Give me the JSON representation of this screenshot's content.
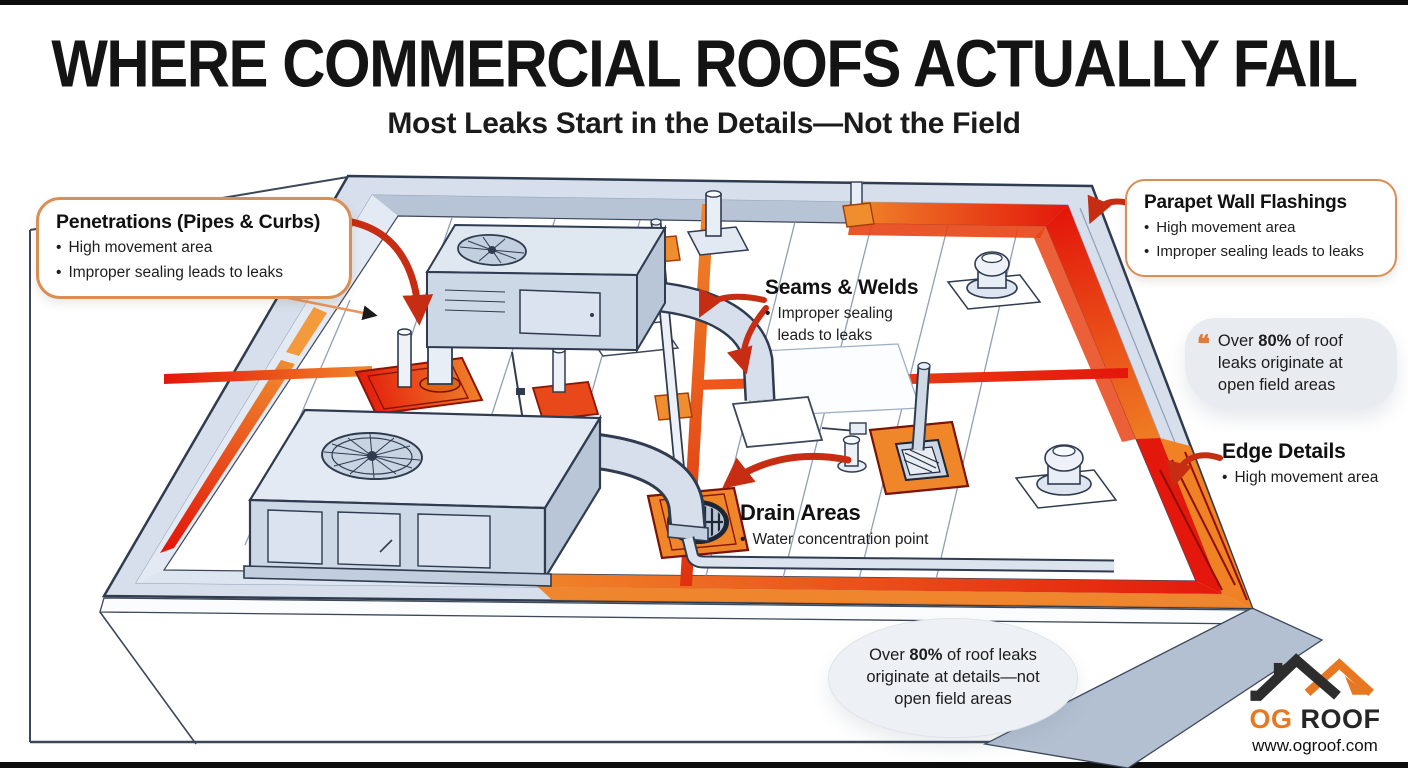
{
  "page": {
    "title": "WHERE COMMERCIAL ROOFS ACTUALLY FAIL",
    "subtitle": "Most Leaks Start in the Details—Not the Field"
  },
  "glyphs": {
    "bullet": "•",
    "quote_mark": "❝"
  },
  "callouts": {
    "penetrations": {
      "title": "Penetrations (Pipes & Curbs)",
      "bullets": [
        "High movement area",
        "Improper sealing leads to leaks"
      ]
    },
    "parapet": {
      "title": "Parapet Wall Flashings",
      "bullets": [
        "High movement area",
        "Improper sealing leads to leaks"
      ]
    },
    "seams": {
      "title": "Seams & Welds",
      "bullets": [
        "Improper sealing leads to leaks"
      ]
    },
    "drains": {
      "title": "Drain Areas",
      "bullets": [
        "Water concentration point"
      ]
    },
    "edge": {
      "title": "Edge Details",
      "bullets": [
        "High movement area"
      ]
    }
  },
  "quote": {
    "before": "Over ",
    "stat": "80%",
    "after": " of roof leaks originate at open field areas"
  },
  "stat_bubble": {
    "before": "Over ",
    "stat": "80%",
    "after": " of roof leaks originate at details—not open field areas"
  },
  "brand": {
    "name_primary": "OG",
    "name_secondary": "ROOF",
    "website": "www.ogroof.com"
  },
  "colors": {
    "accent_red": "#d7261a",
    "accent_orange": "#ef8124",
    "callout_border": "#d98e55"
  }
}
